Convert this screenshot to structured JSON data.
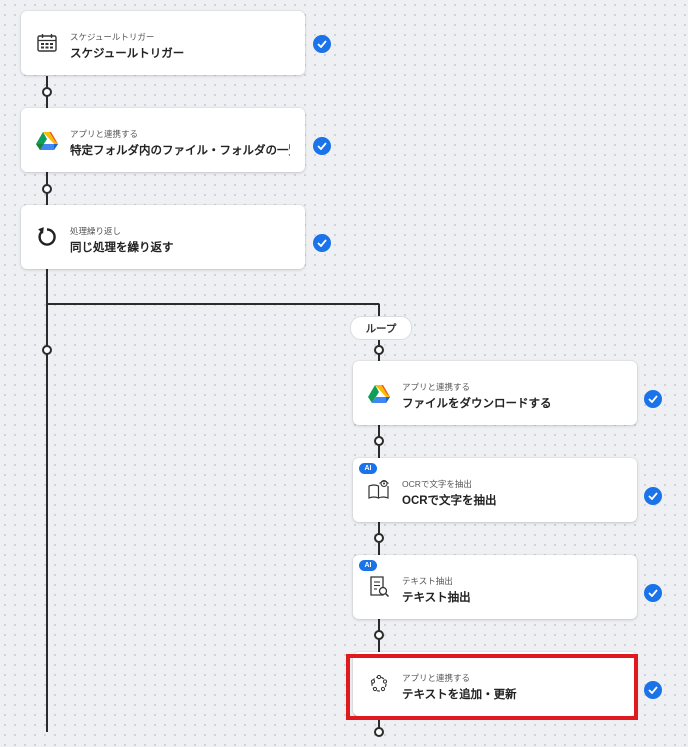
{
  "loop_label": "ループ",
  "accent_color": "#1a73e8",
  "highlight_color": "#e0191e",
  "steps": [
    {
      "category": "スケジュールトリガー",
      "title": "スケジュールトリガー",
      "icon": "calendar-icon",
      "status": "completed"
    },
    {
      "category": "アプリと連携する",
      "title": "特定フォルダ内のファイル・フォルダの一覧...",
      "icon": "google-drive-icon",
      "status": "completed"
    },
    {
      "category": "処理繰り返し",
      "title": "同じ処理を繰り返す",
      "icon": "repeat-icon",
      "status": "completed"
    },
    {
      "category": "アプリと連携する",
      "title": "ファイルをダウンロードする",
      "icon": "google-drive-icon",
      "status": "completed"
    },
    {
      "category": "OCRで文字を抽出",
      "title": "OCRで文字を抽出",
      "icon": "ocr-book-icon",
      "status": "completed",
      "badge": "AI"
    },
    {
      "category": "テキスト抽出",
      "title": "テキスト抽出",
      "icon": "document-search-icon",
      "status": "completed",
      "badge": "AI"
    },
    {
      "category": "アプリと連携する",
      "title": "テキストを追加・更新",
      "icon": "app-icon",
      "status": "completed",
      "highlighted": true
    }
  ]
}
